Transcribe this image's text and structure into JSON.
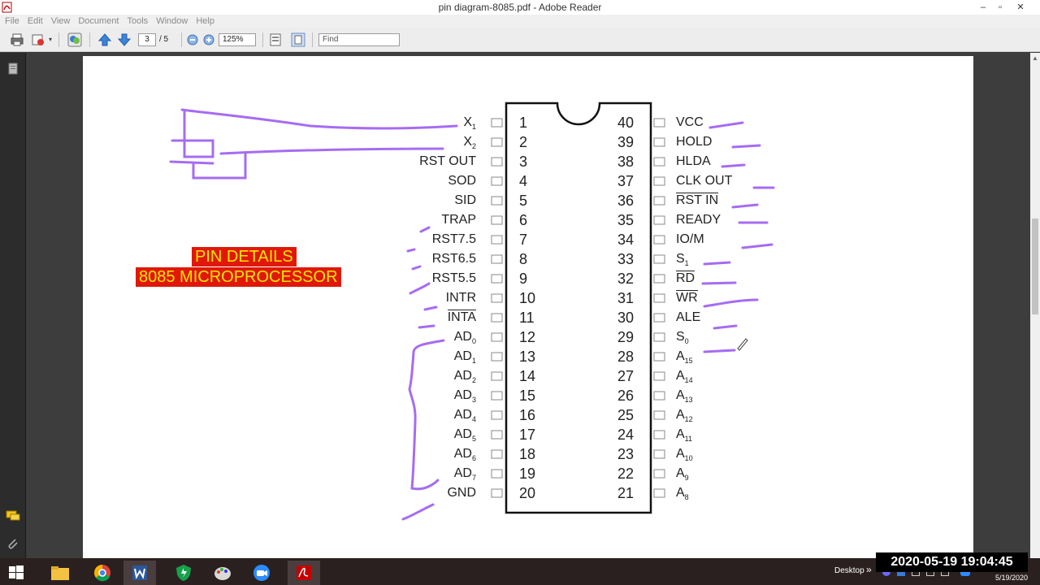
{
  "window": {
    "title": "pin diagram-8085.pdf - Adobe Reader",
    "controls": [
      "–",
      "▫",
      "✕"
    ]
  },
  "menu": [
    "File",
    "Edit",
    "View",
    "Document",
    "Tools",
    "Window",
    "Help"
  ],
  "toolbar": {
    "page_current": "3",
    "page_total": "/ 5",
    "zoom": "125%",
    "find_placeholder": "Find"
  },
  "document": {
    "banner_line1": "PIN DETAILS",
    "banner_line2": "8085 MICROPROCESSOR",
    "left_pins": [
      {
        "num": "1",
        "name": "X",
        "sub": "1"
      },
      {
        "num": "2",
        "name": "X",
        "sub": "2"
      },
      {
        "num": "3",
        "name": "RST OUT",
        "sub": ""
      },
      {
        "num": "4",
        "name": "SOD",
        "sub": ""
      },
      {
        "num": "5",
        "name": "SID",
        "sub": ""
      },
      {
        "num": "6",
        "name": "TRAP",
        "sub": ""
      },
      {
        "num": "7",
        "name": "RST7.5",
        "sub": ""
      },
      {
        "num": "8",
        "name": "RST6.5",
        "sub": ""
      },
      {
        "num": "9",
        "name": "RST5.5",
        "sub": ""
      },
      {
        "num": "10",
        "name": "INTR",
        "sub": ""
      },
      {
        "num": "11",
        "name": "INTA",
        "sub": "",
        "overline": true
      },
      {
        "num": "12",
        "name": "AD",
        "sub": "0"
      },
      {
        "num": "13",
        "name": "AD",
        "sub": "1"
      },
      {
        "num": "14",
        "name": "AD",
        "sub": "2"
      },
      {
        "num": "15",
        "name": "AD",
        "sub": "3"
      },
      {
        "num": "16",
        "name": "AD",
        "sub": "4"
      },
      {
        "num": "17",
        "name": "AD",
        "sub": "5"
      },
      {
        "num": "18",
        "name": "AD",
        "sub": "6"
      },
      {
        "num": "19",
        "name": "AD",
        "sub": "7"
      },
      {
        "num": "20",
        "name": "GND",
        "sub": ""
      }
    ],
    "right_pins": [
      {
        "num": "40",
        "name": "VCC",
        "sub": ""
      },
      {
        "num": "39",
        "name": "HOLD",
        "sub": ""
      },
      {
        "num": "38",
        "name": "HLDA",
        "sub": ""
      },
      {
        "num": "37",
        "name": "CLK OUT",
        "sub": ""
      },
      {
        "num": "36",
        "name": "RST IN",
        "sub": "",
        "overline": true
      },
      {
        "num": "35",
        "name": "READY",
        "sub": ""
      },
      {
        "num": "34",
        "name": "IO/M",
        "sub": ""
      },
      {
        "num": "33",
        "name": "S",
        "sub": "1"
      },
      {
        "num": "32",
        "name": "RD",
        "sub": "",
        "overline": true
      },
      {
        "num": "31",
        "name": "WR",
        "sub": "",
        "overline": true
      },
      {
        "num": "30",
        "name": "ALE",
        "sub": ""
      },
      {
        "num": "29",
        "name": "S",
        "sub": "0"
      },
      {
        "num": "28",
        "name": "A",
        "sub": "15"
      },
      {
        "num": "27",
        "name": "A",
        "sub": "14"
      },
      {
        "num": "26",
        "name": "A",
        "sub": "13"
      },
      {
        "num": "25",
        "name": "A",
        "sub": "12"
      },
      {
        "num": "24",
        "name": "A",
        "sub": "11"
      },
      {
        "num": "23",
        "name": "A",
        "sub": "10"
      },
      {
        "num": "22",
        "name": "A",
        "sub": "9"
      },
      {
        "num": "21",
        "name": "A",
        "sub": "8"
      }
    ],
    "annotation_color": "#a66cf2"
  },
  "taskbar": {
    "apps": [
      "windows-start",
      "file-explorer",
      "chrome",
      "word",
      "shield-app",
      "paint",
      "zoom",
      "adobe-reader"
    ],
    "desktop_label": "Desktop",
    "chevron": "»",
    "clock": "2020-05-19  19:04:45",
    "date": "5/19/2020"
  }
}
